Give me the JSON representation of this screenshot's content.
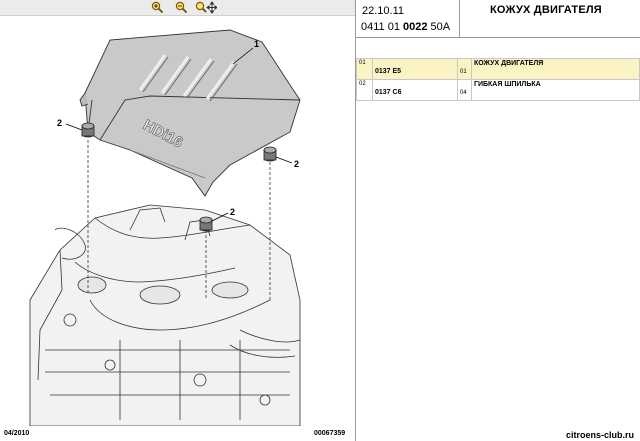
{
  "toolbar": {
    "zoom_in_icon": "magnifier-plus",
    "zoom_out_icon": "magnifier-minus",
    "zoom_move_icon": "magnifier-move"
  },
  "diagram": {
    "labels": [
      "1",
      "2",
      "2",
      "2"
    ],
    "engine_badge": "HDi16"
  },
  "footer": {
    "date": "04/2010",
    "code": "00067359"
  },
  "header": {
    "date": "22.10.11",
    "ref_prefix": "0411 01 ",
    "ref_bold": "0022",
    "ref_suffix": " 50A",
    "title": "КОЖУХ ДВИГАТЕЛЯ"
  },
  "parts": [
    {
      "index": "01",
      "ref": "0137 E5",
      "qty": "01",
      "description": "КОЖУХ ДВИГАТЕЛЯ",
      "selected": true
    },
    {
      "index": "02",
      "ref": "0137 C6",
      "qty": "04",
      "description": "ГИБКАЯ ШПИЛЬКА",
      "selected": false
    }
  ],
  "credit": "citroens-club.ru"
}
